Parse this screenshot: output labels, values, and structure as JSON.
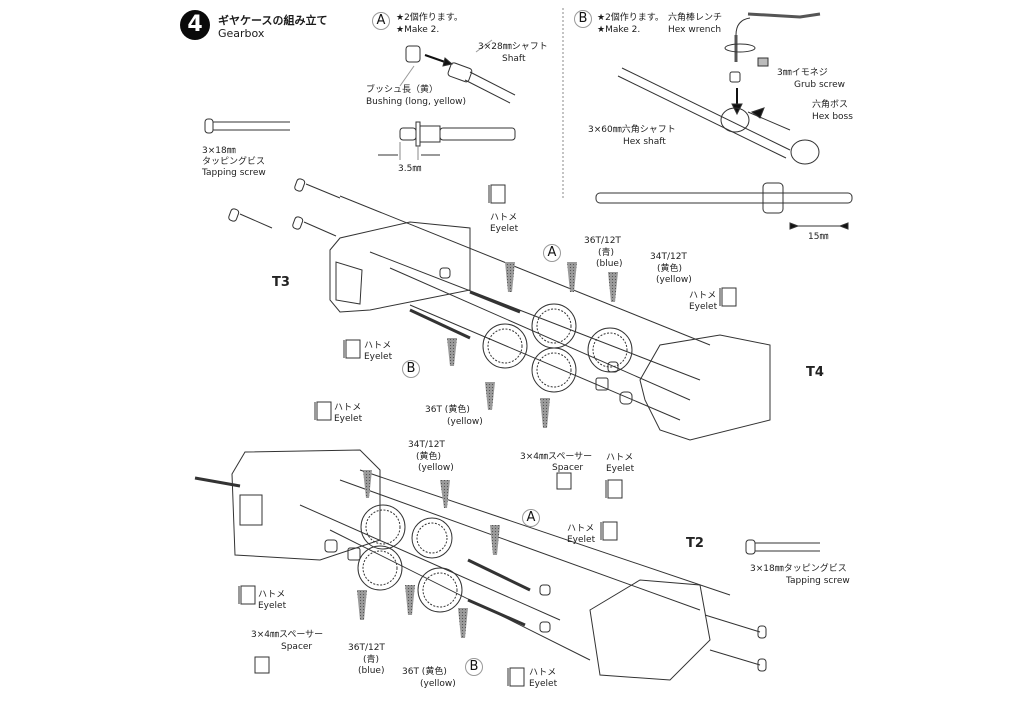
{
  "step": {
    "number": "4",
    "title_jp": "ギヤケースの組み立て",
    "title_en": "Gearbox"
  },
  "subassembly_a": {
    "marker": "A",
    "note_jp": "★2個作ります。",
    "note_en": "★Make 2.",
    "shaft_jp": "3×28㎜シャフト",
    "shaft_en": "Shaft",
    "bushing_jp": "ブッシュ長（黄）",
    "bushing_en": "Bushing (long, yellow)",
    "dimension": "3.5㎜"
  },
  "subassembly_b": {
    "marker": "B",
    "note_jp": "★2個作ります。",
    "note_en": "★Make 2.",
    "wrench_jp": "六角棒レンチ",
    "wrench_en": "Hex wrench",
    "grub_jp": "3㎜イモネジ",
    "grub_en": "Grub screw",
    "boss_jp": "六角ボス",
    "boss_en": "Hex boss",
    "shaft_jp": "3×60㎜六角シャフト",
    "shaft_en": "Hex shaft",
    "dimension": "15㎜"
  },
  "upper_assembly": {
    "screw": {
      "size": "3×18㎜",
      "jp": "タッピングビス",
      "en": "Tapping screw"
    },
    "frame_left": "T3",
    "frame_right": "T4",
    "eyelet_jp": "ハトメ",
    "eyelet_en": "Eyelet",
    "gear_blue": {
      "teeth": "36T/12T",
      "jp": "(青)",
      "en": "(blue)"
    },
    "gear_yellow_34": {
      "teeth": "34T/12T",
      "jp": "(黄色)",
      "en": "(yellow)"
    },
    "gear_yellow_36": {
      "teeth": "36T (黄色)",
      "en": "(yellow)"
    },
    "spacer": {
      "jp": "3×4㎜スペーサー",
      "en": "Spacer"
    },
    "marker_a": "A",
    "marker_b": "B"
  },
  "lower_assembly": {
    "screw": {
      "size": "3×18㎜タッピングビス",
      "en": "Tapping screw"
    },
    "frame": "T2",
    "eyelet_jp": "ハトメ",
    "eyelet_en": "Eyelet",
    "gear_blue": {
      "teeth": "36T/12T",
      "jp": "(青)",
      "en": "(blue)"
    },
    "gear_yellow_34": {
      "teeth": "34T/12T",
      "jp": "(黄色)",
      "en": "(yellow)"
    },
    "gear_yellow_36": {
      "teeth": "36T (黄色)",
      "en": "(yellow)"
    },
    "spacer": {
      "jp": "3×4㎜スペーサー",
      "en": "Spacer"
    },
    "marker_a": "A",
    "marker_b": "B"
  }
}
